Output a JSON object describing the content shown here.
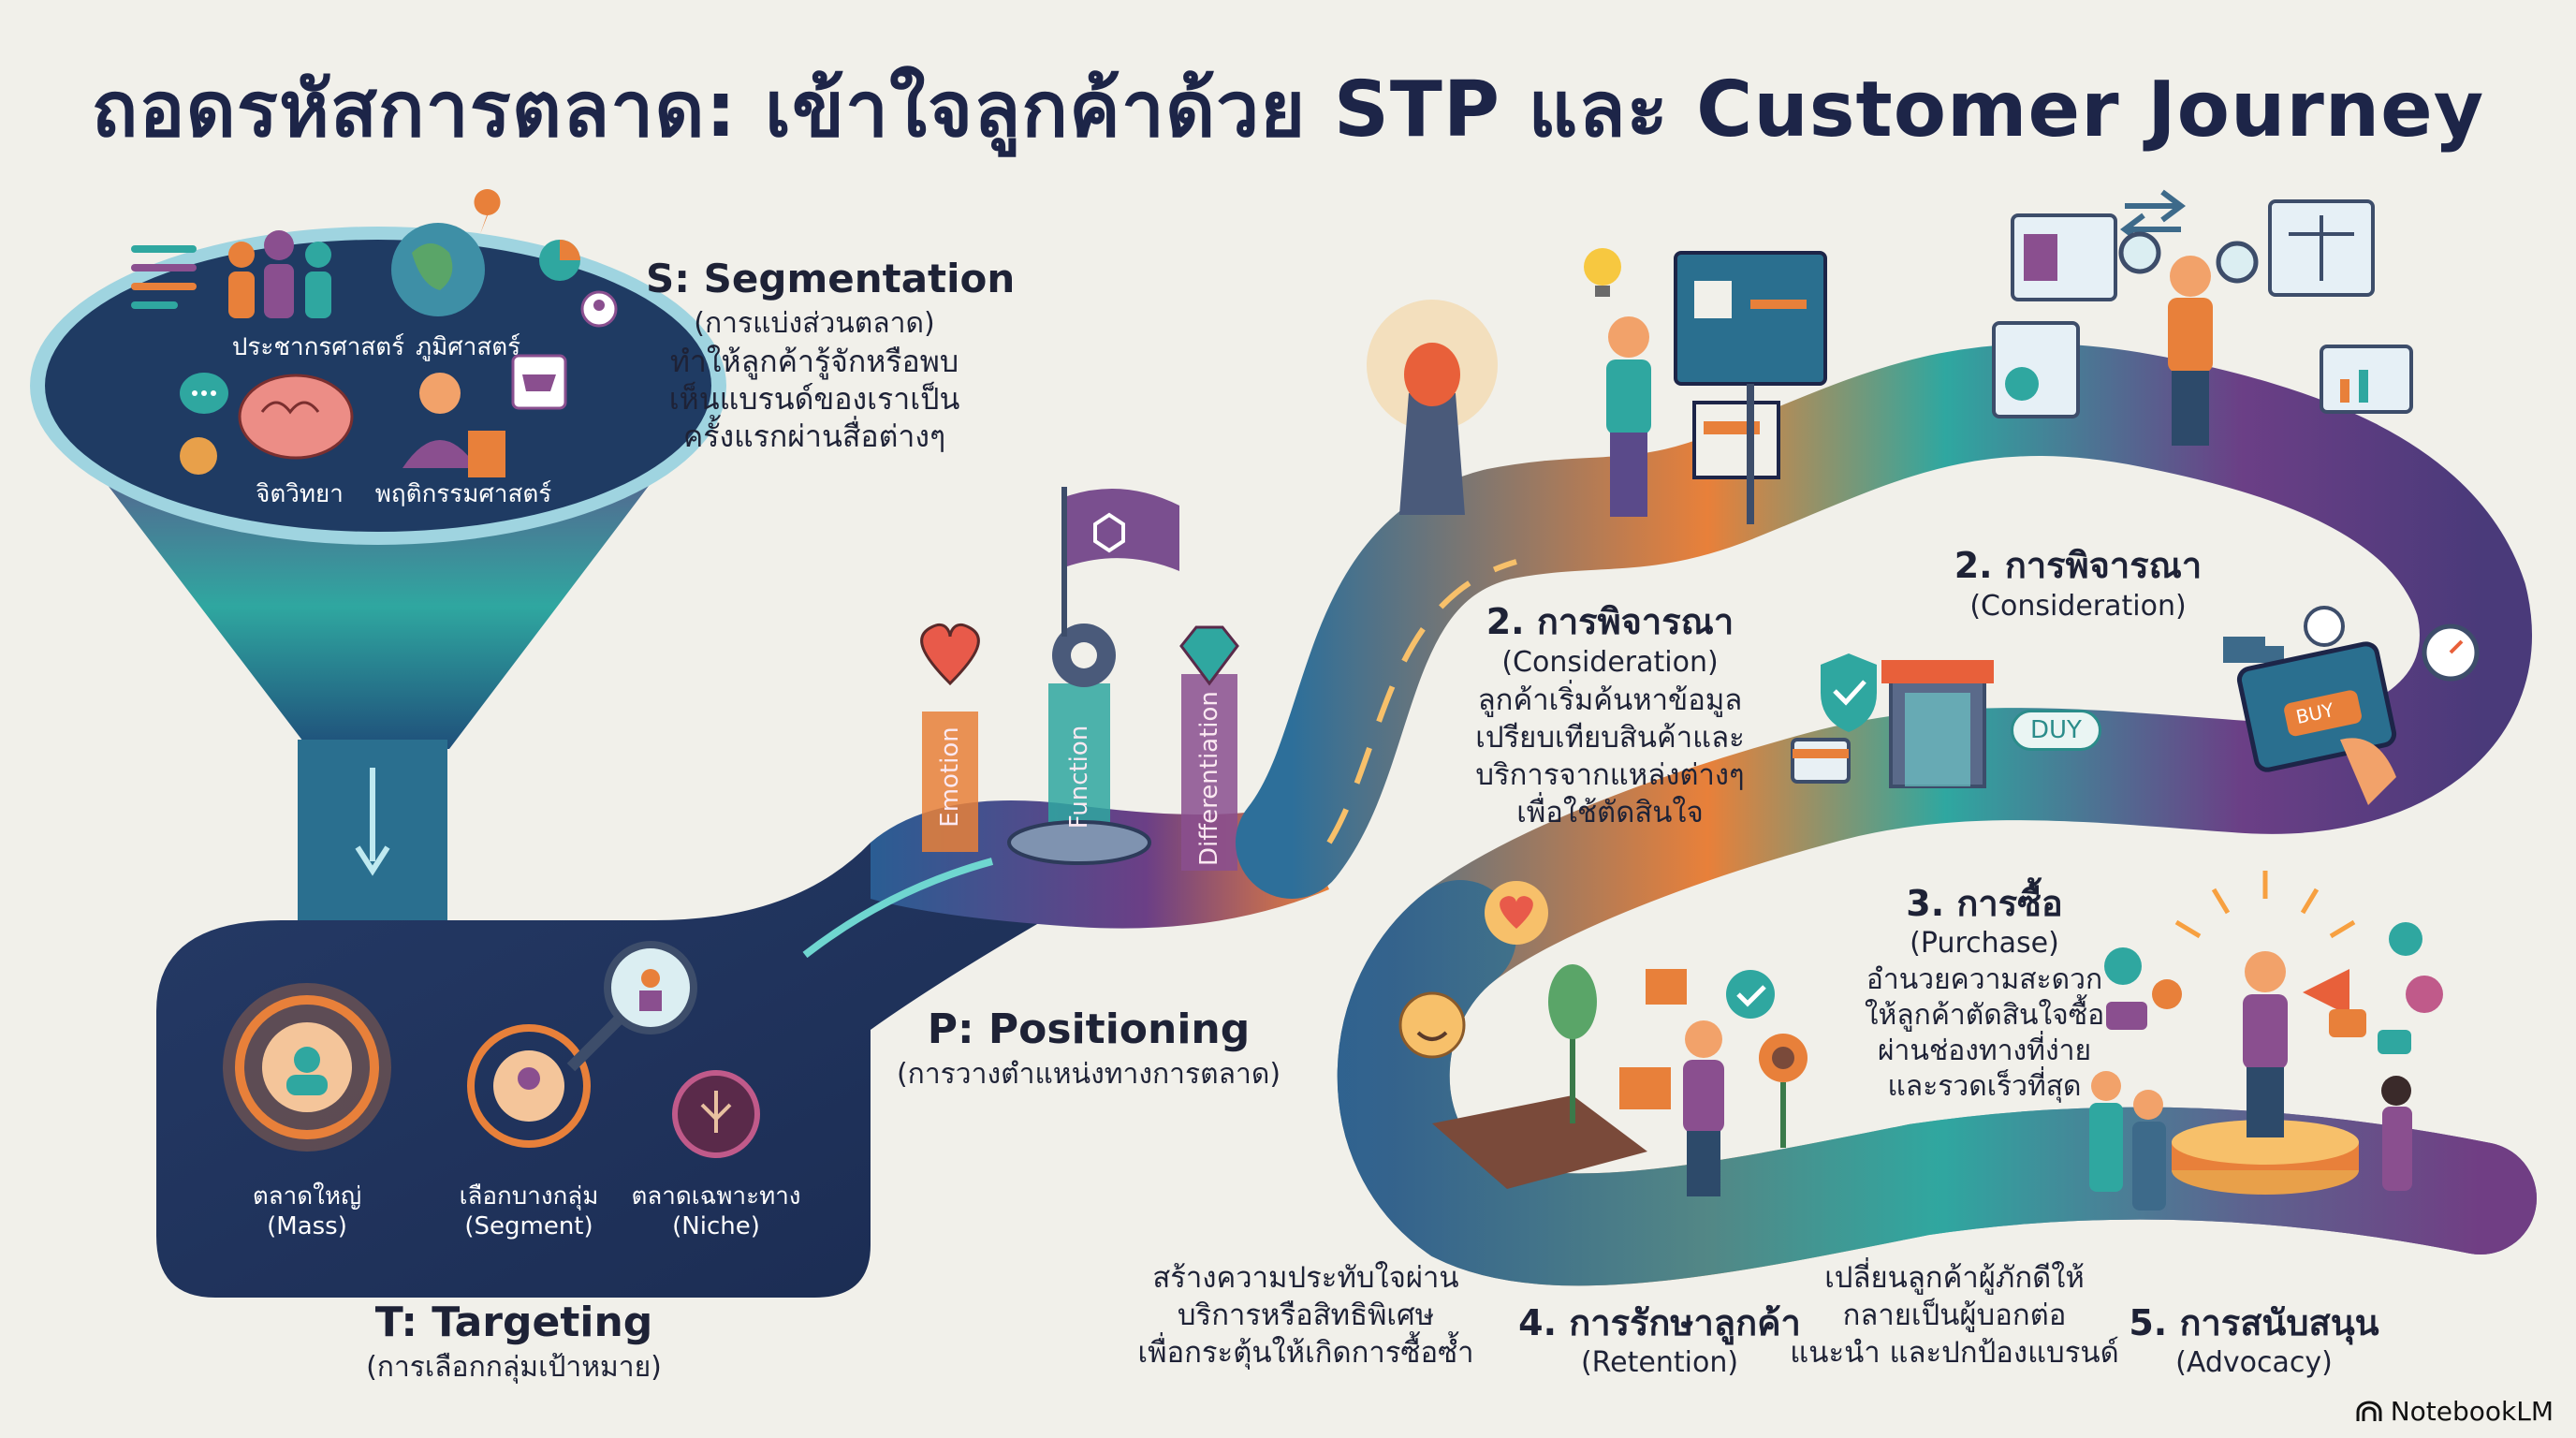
{
  "title": "ถอดรหัสการตลาด: เข้าใจลูกค้าด้วย STP และ Customer Journey",
  "segmentation": {
    "heading": "S: Segmentation",
    "subtitle": "(การแบ่งส่วนตลาด)",
    "lines": [
      "ทำให้ลูกค้ารู้จักหรือพบ",
      "เห็นแบรนด์ของเราเป็น",
      "ครั้งแรกผ่านสื่อต่างๆ"
    ],
    "funnel_labels": [
      "ประชากรศาสตร์",
      "ภูมิศาสตร์",
      "จิตวิทยา",
      "พฤติกรรมศาสตร์"
    ]
  },
  "targeting": {
    "heading": "T: Targeting",
    "subtitle": "(การเลือกกลุ่มเป้าหมาย)",
    "options": [
      {
        "th": "ตลาดใหญ่",
        "en": "(Mass)"
      },
      {
        "th": "เลือกบางกลุ่ม",
        "en": "(Segment)"
      },
      {
        "th": "ตลาดเฉพาะทาง",
        "en": "(Niche)"
      }
    ]
  },
  "positioning": {
    "heading": "P: Positioning",
    "subtitle": "(การวางตำแหน่งทางการตลาด)",
    "pillars": [
      "Emotion",
      "Function",
      "Differentiation"
    ]
  },
  "journey": {
    "consideration_left": {
      "heading": "2. การพิจารณา",
      "subtitle": "(Consideration)",
      "lines": [
        "ลูกค้าเริ่มค้นหาข้อมูล",
        "เปรียบเทียบสินค้าและ",
        "บริการจากแหล่งต่างๆ",
        "เพื่อใช้ตัดสินใจ"
      ]
    },
    "consideration_right": {
      "heading": "2. การพิจารณา",
      "subtitle": "(Consideration)"
    },
    "purchase": {
      "heading": "3. การซื้อ",
      "subtitle": "(Purchase)",
      "lines": [
        "อำนวยความสะดวก",
        "ให้ลูกค้าตัดสินใจซื้อ",
        "ผ่านช่องทางที่ง่าย",
        "และรวดเร็วที่สุด"
      ],
      "shop_tag": "DUY",
      "tablet_button": "BUY"
    },
    "retention": {
      "heading": "4. การรักษาลูกค้า",
      "subtitle": "(Retention)",
      "lines": [
        "สร้างความประทับใจผ่าน",
        "บริการหรือสิทธิพิเศษ",
        "เพื่อกระตุ้นให้เกิดการซื้อซ้ำ"
      ]
    },
    "advocacy": {
      "heading": "5. การสนับสนุน",
      "subtitle": "(Advocacy)",
      "lines": [
        "เปลี่ยนลูกค้าผู้ภักดีให้",
        "กลายเป็นผู้บอกต่อ",
        "แนะนำ และปกป้องแบรนด์"
      ]
    }
  },
  "branding": {
    "logo_text": "NotebookLM"
  },
  "colors": {
    "navy": "#1d2548",
    "teal": "#2fa7a0",
    "purple": "#6b3f86",
    "orange": "#e8803a",
    "funnel_top": "#1f3b63"
  }
}
